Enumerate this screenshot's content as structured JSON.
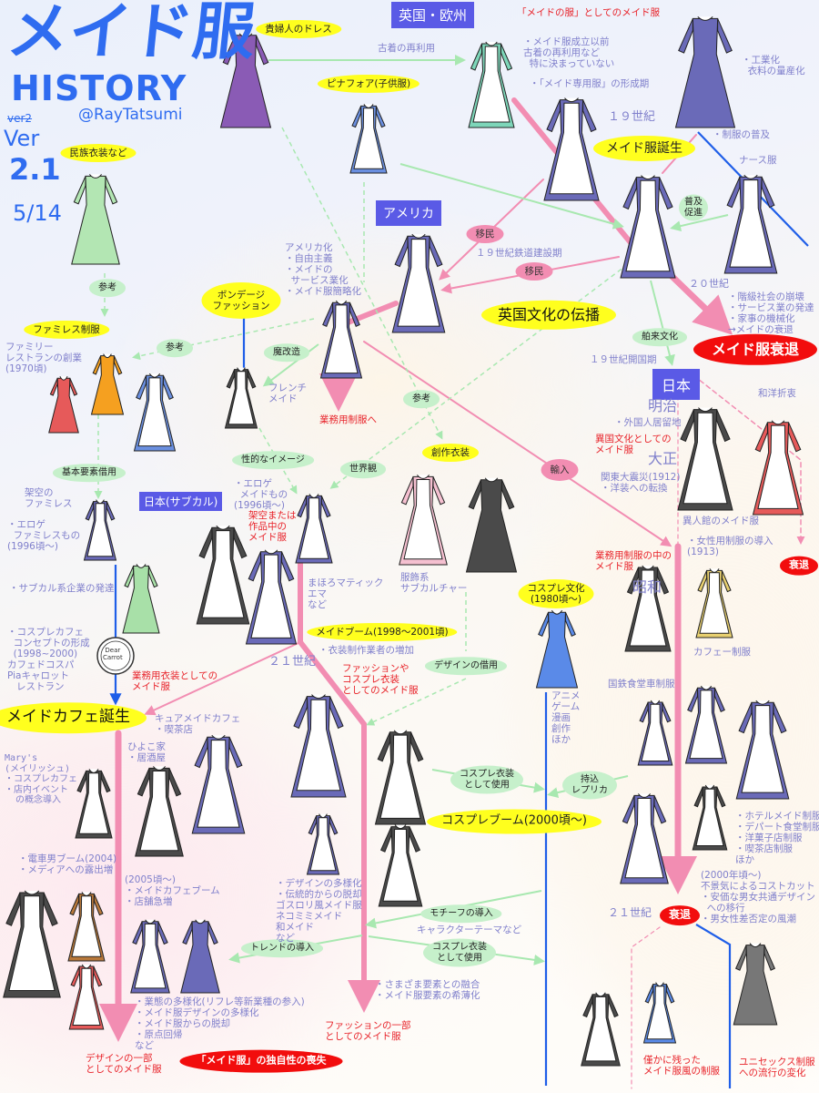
{
  "title": {
    "main": "メイド服",
    "sub": "HISTORY",
    "old_version": "ver2",
    "author": "@RayTatsumi",
    "ver_label": "Ver",
    "version": "2.1",
    "date": "5/14"
  },
  "regions": {
    "uk": "英国・欧州",
    "america": "アメリカ",
    "japan": "日本",
    "japan_subcul": "日本(サブカル)"
  },
  "yellow_tags": {
    "noble_dress": "貴婦人のドレス",
    "pinafore": "ピナフォア(子供服)",
    "ethnic": "民族衣装など",
    "famires": "ファミレス制服",
    "bondage": "ボンデージ\nファッション",
    "maid_birth": "メイド服誕生",
    "uk_culture": "英国文化の伝播",
    "creative": "創作衣装",
    "maid_boom": "メイドブーム(1998〜2001頃)",
    "cosplay_culture": "コスプレ文化\n(1980頃〜)",
    "maid_cafe_birth": "メイドカフェ誕生",
    "cosplay_boom": "コスプレブーム(2000頃〜)"
  },
  "red_tags": {
    "decline_main": "メイド服衰退",
    "decline_wayo": "衰退",
    "decline_21": "衰退",
    "loss": "「メイド服」の独自性の喪失"
  },
  "green_tags": {
    "ref1": "参考",
    "ref2": "参考",
    "makaizo": "魔改造",
    "ref3": "参考",
    "sexual": "性的なイメージ",
    "worldview": "世界観",
    "basic": "基本要素借用",
    "promote": "普及\n促進",
    "hakurai": "舶来文化",
    "design_borrow": "デザインの借用",
    "cos_use1": "コスプレ衣装\nとして使用",
    "replica": "持込\nレプリカ",
    "motif": "モチーフの導入",
    "cos_use2": "コスプレ衣装\nとして使用",
    "trend": "トレンドの導入"
  },
  "pink_tags": {
    "immigrant1": "移民",
    "immigrant2": "移民",
    "import": "輸入"
  },
  "notes": {
    "reuse": "古着の再利用",
    "before": "・メイド服成立以前\n古着の再利用など\n  特に決まっていない",
    "forming": "・「メイド専用服」の形成期",
    "c19": "１９世紀",
    "industrial": "・工業化\n  衣料の量産化",
    "uniform_spread": "・制服の普及",
    "nurse": "ナース服",
    "railway": "１９世紀鉄道建設期",
    "c20": "２０世紀",
    "c20_reasons": "・階級社会の崩壊\n・サービス業の発達\n・家事の機械化\n→メイドの衰退",
    "opening": "１９世紀開国期",
    "americanize": "アメリカ化\n・自由主義\n・メイドの\n  サービス業化\n・メイド服簡略化",
    "famires_found": "ファミリー\nレストランの創業\n(1970頃)",
    "french": "フレンチ\nメイド",
    "meiji": "明治",
    "settlement": "・外国人居留地",
    "taisho": "大正",
    "earthquake": "関東大震災(1912)\n・洋装への転換",
    "wayo": "和洋折衷",
    "ijinkan": "異人館のメイド服",
    "women_uniform": "・女性用制服の導入\n(1913)",
    "showa": "昭和",
    "cafe_uniform": "カフェー制服",
    "jnr": "国鉄食堂車制服",
    "uniforms_list": "・ホテルメイド制服\n・デパート食堂制服\n・洋菓子店制服\n・喫茶店制服\nほか",
    "cost_cut": "(2000年頃〜)\n不景気によるコストカット\n・安価な男女共通デザイン\n  への移行\n・男女性差否定の風潮",
    "c21_right": "２１世紀",
    "fictional_famires": "架空の\nファミレス",
    "eroge_famires": "・エロゲ\n  ファミレスもの\n(1996頃〜)",
    "eroge_maid": "・エロゲ\n  メイドもの\n(1996頃〜)",
    "subcul_company": "・サブカル系企業の発達",
    "cos_cafe": "・コスプレカフェ\n  コンセプトの形成\n  (1998~2000)\nカフェドコスパ\nPiaキャロット\n   レストラン",
    "cafe_logo": "Dear\nCarrot",
    "mahoromatic": "まほろマティック\nエマ\nなど",
    "fashion_sub": "服飾系\nサブカルチャー",
    "costume_makers": "・衣装制作業者の増加",
    "c21_mid": "２１世紀",
    "media_list": "アニメ\nゲーム\n漫画\n創作\nほか",
    "cure_maid": "キュアメイドカフェ\n・喫茶店",
    "hiyoko": "ひよこ家\n・居酒屋",
    "marys": "Mary's\n(メイリッシュ)\n・コスプレカフェ\n・店内イベント\n  の概念導入",
    "densha": "・電車男ブーム(2004)\n・メディアへの露出増",
    "cafe_boom": "(2005頃〜)\n・メイドカフェブーム\n・店舗急増",
    "diversify": "・デザインの多様化\n・伝統的からの脱却\nゴスロリ風メイド服\nネコミミメイド\n和メイド\nなど",
    "character_theme": "キャラクターテーマなど",
    "fusion": "・さまざま要素との融合\n・メイド服要素の希薄化",
    "business_diversify": "・業態の多様化(リフレ等新業種の参入)\n・メイド服デザインの多様化\n・メイド服からの脱却\n・原点回帰\nなど"
  },
  "red_notes": {
    "maids_clothes": "「メイドの服」としてのメイド服",
    "to_uniform": "業務用制服へ",
    "fictional": "架空または\n作品中の\nメイド服",
    "business_costume": "業務用衣装としての\nメイド服",
    "fashion_cosplay": "ファッションや\nコスプレ衣装\nとしてのメイド服",
    "exotic": "異国文化としての\nメイド服",
    "in_uniform": "業務用制服の中の\nメイド服",
    "design_part": "デザインの一部\nとしてのメイド服",
    "fashion_part": "ファッションの一部\nとしてのメイド服",
    "remaining": "僅かに残った\nメイド服風の制服",
    "unisex": "ユニセックス制服\nへの流行の変化"
  },
  "colors": {
    "title": "#2f6cf0",
    "note": "#8080cc",
    "red": "#e8232a",
    "yellow": "#ffff1e",
    "green": "#c6f0cb",
    "pink": "#f28db2",
    "blue_box": "#5a5ae6",
    "navy_dress": "#6a6ab8"
  }
}
